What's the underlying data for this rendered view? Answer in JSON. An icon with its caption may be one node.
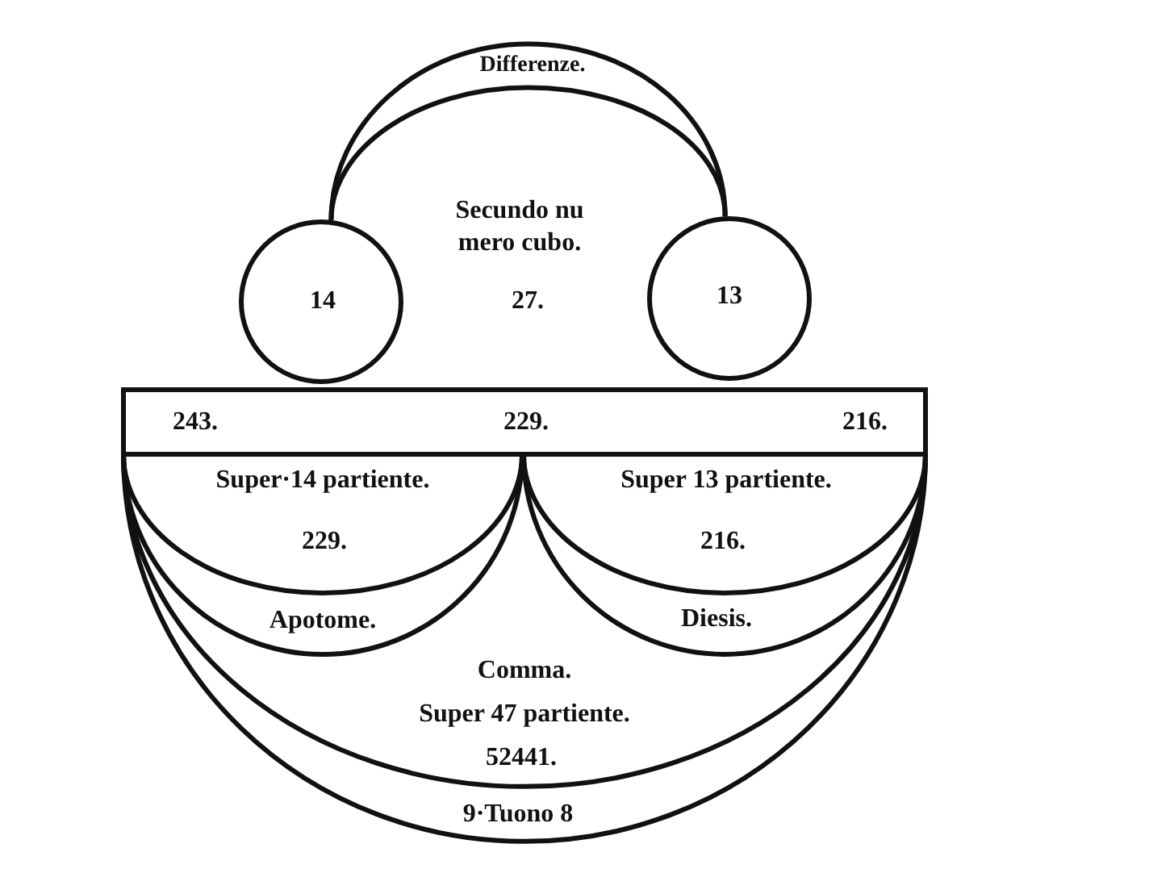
{
  "diagram": {
    "nodes": [
      {
        "text": [
          "14"
        ]
      },
      {
        "text": [
          "13"
        ]
      },
      {
        "text": [
          "243.",
          "229.",
          "216."
        ]
      },
      {
        "text": [
          "9·Tuono 8"
        ]
      },
      {
        "text": [
          "Comma.",
          "Super 47 partiente.",
          "52441."
        ],
        "in": 3
      },
      {
        "text": [
          "Apotome."
        ],
        "in": 4
      },
      {
        "text": [
          "Super·14 partiente.",
          "229."
        ],
        "in": 5
      },
      {
        "text": [
          "Diesis."
        ],
        "in": 4
      },
      {
        "text": [
          "Super 13 partiente.",
          "216."
        ],
        "in": 7
      }
    ],
    "edges": [
      {
        "from": 0,
        "to": 1,
        "arrow": "none",
        "label": "Differenze."
      }
    ],
    "labels": [
      "Secundo nu mero cubo.",
      "27."
    ]
  }
}
